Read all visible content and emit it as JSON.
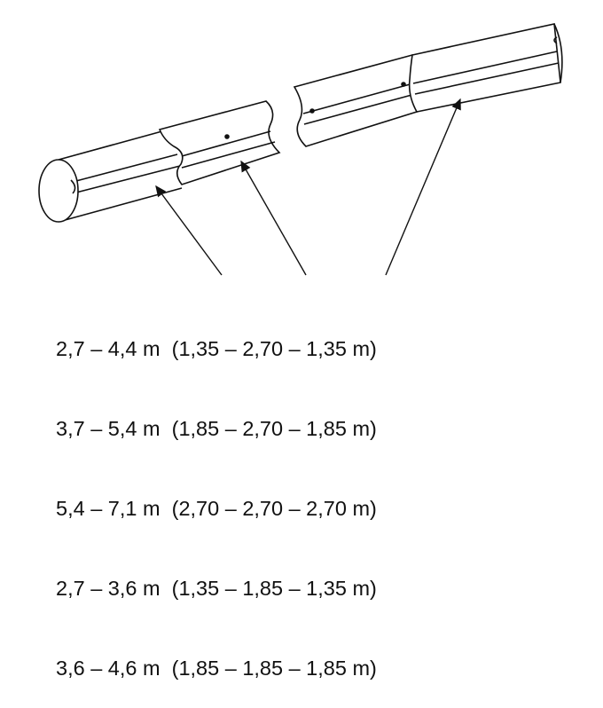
{
  "diagram": {
    "subject": "telescopic-pole-three-sections",
    "line_color": "#111111",
    "length_options": [
      "2,7 – 4,4 m  (1,35 – 2,70 – 1,35 m)",
      "3,7 – 5,4 m  (1,85 – 2,70 – 1,85 m)",
      "5,4 – 7,1 m  (2,70 – 2,70 – 2,70 m)",
      "2,7 – 3,6 m  (1,35 – 1,85 – 1,35 m)",
      "3,6 – 4,6 m  (1,85 – 1,85 – 1,85 m)"
    ]
  }
}
